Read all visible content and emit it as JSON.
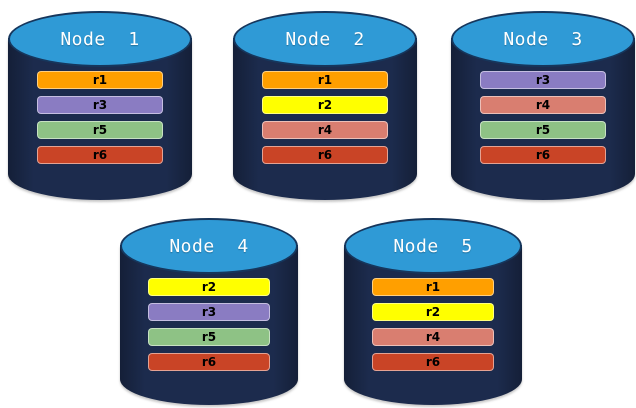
{
  "palette": {
    "page_bg": "#FFFFFF",
    "cylinder_body": "#1C2B4D",
    "cylinder_top": "#2F9AD6",
    "cylinder_top_border": "#16365C",
    "title_text": "#FFFFFF",
    "bar_text": "#000000"
  },
  "replica_colors": {
    "r1": "#FF9F00",
    "r2": "#FFFF00",
    "r3": "#8A7CC2",
    "r4": "#D97E70",
    "r5": "#8EC285",
    "r6": "#C94426"
  },
  "nodes": [
    {
      "title": "Node  1",
      "bars": [
        {
          "label": "r1",
          "color": "#FF9F00"
        },
        {
          "label": "r3",
          "color": "#8A7CC2"
        },
        {
          "label": "r5",
          "color": "#8EC285"
        },
        {
          "label": "r6",
          "color": "#C94426"
        }
      ]
    },
    {
      "title": "Node  2",
      "bars": [
        {
          "label": "r1",
          "color": "#FF9F00"
        },
        {
          "label": "r2",
          "color": "#FFFF00"
        },
        {
          "label": "r4",
          "color": "#D97E70"
        },
        {
          "label": "r6",
          "color": "#C94426"
        }
      ]
    },
    {
      "title": "Node  3",
      "bars": [
        {
          "label": "r3",
          "color": "#8A7CC2"
        },
        {
          "label": "r4",
          "color": "#D97E70"
        },
        {
          "label": "r5",
          "color": "#8EC285"
        },
        {
          "label": "r6",
          "color": "#C94426"
        }
      ]
    },
    {
      "title": "Node  4",
      "bars": [
        {
          "label": "r2",
          "color": "#FFFF00"
        },
        {
          "label": "r3",
          "color": "#8A7CC2"
        },
        {
          "label": "r5",
          "color": "#8EC285"
        },
        {
          "label": "r6",
          "color": "#C94426"
        }
      ]
    },
    {
      "title": "Node  5",
      "bars": [
        {
          "label": "r1",
          "color": "#FF9F00"
        },
        {
          "label": "r2",
          "color": "#FFFF00"
        },
        {
          "label": "r4",
          "color": "#D97E70"
        },
        {
          "label": "r6",
          "color": "#C94426"
        }
      ]
    }
  ]
}
